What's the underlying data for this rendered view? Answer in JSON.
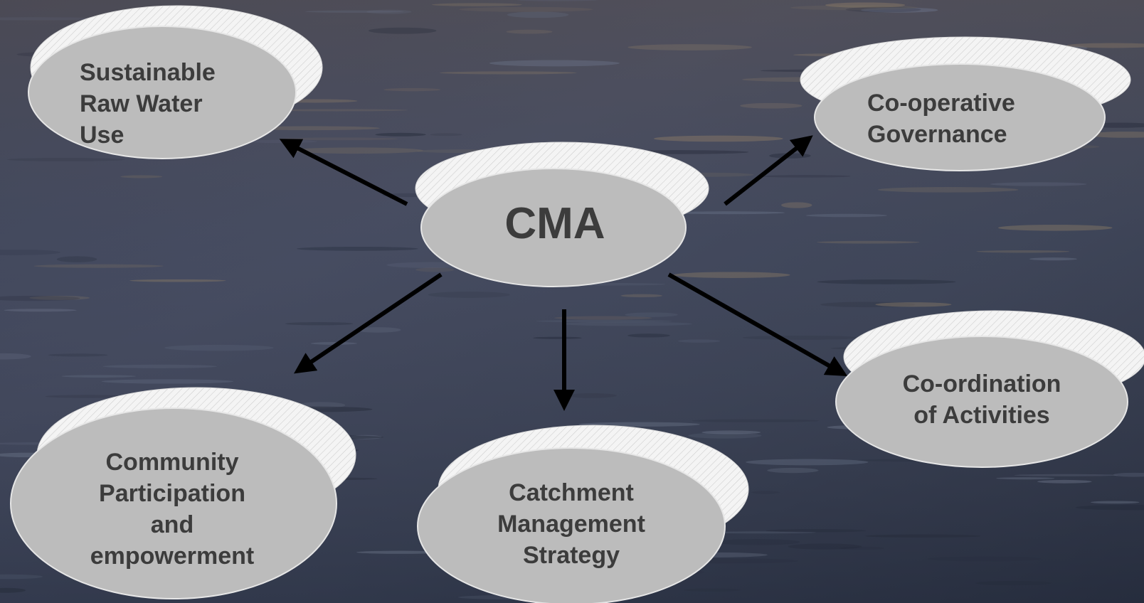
{
  "diagram": {
    "center": {
      "label": "CMA"
    },
    "nodes": [
      {
        "id": "sustainable-raw-water-use",
        "label": "Sustainable\nRaw Water\nUse"
      },
      {
        "id": "co-operative-governance",
        "label": "Co-operative\nGovernance"
      },
      {
        "id": "co-ordination-of-activities",
        "label": "Co-ordination\nof Activities"
      },
      {
        "id": "community-participation",
        "label": "Community\nParticipation\nand\nempowerment"
      },
      {
        "id": "catchment-management-strategy",
        "label": "Catchment\nManagement\nStrategy"
      }
    ]
  },
  "colors": {
    "ellipse_face": "#bcbcbc",
    "ellipse_rim": "#f0f0f0",
    "text": "#3c3c3c",
    "arrow": "#000000",
    "water_dark": "#2c3448",
    "water_mid": "#4a5268"
  }
}
